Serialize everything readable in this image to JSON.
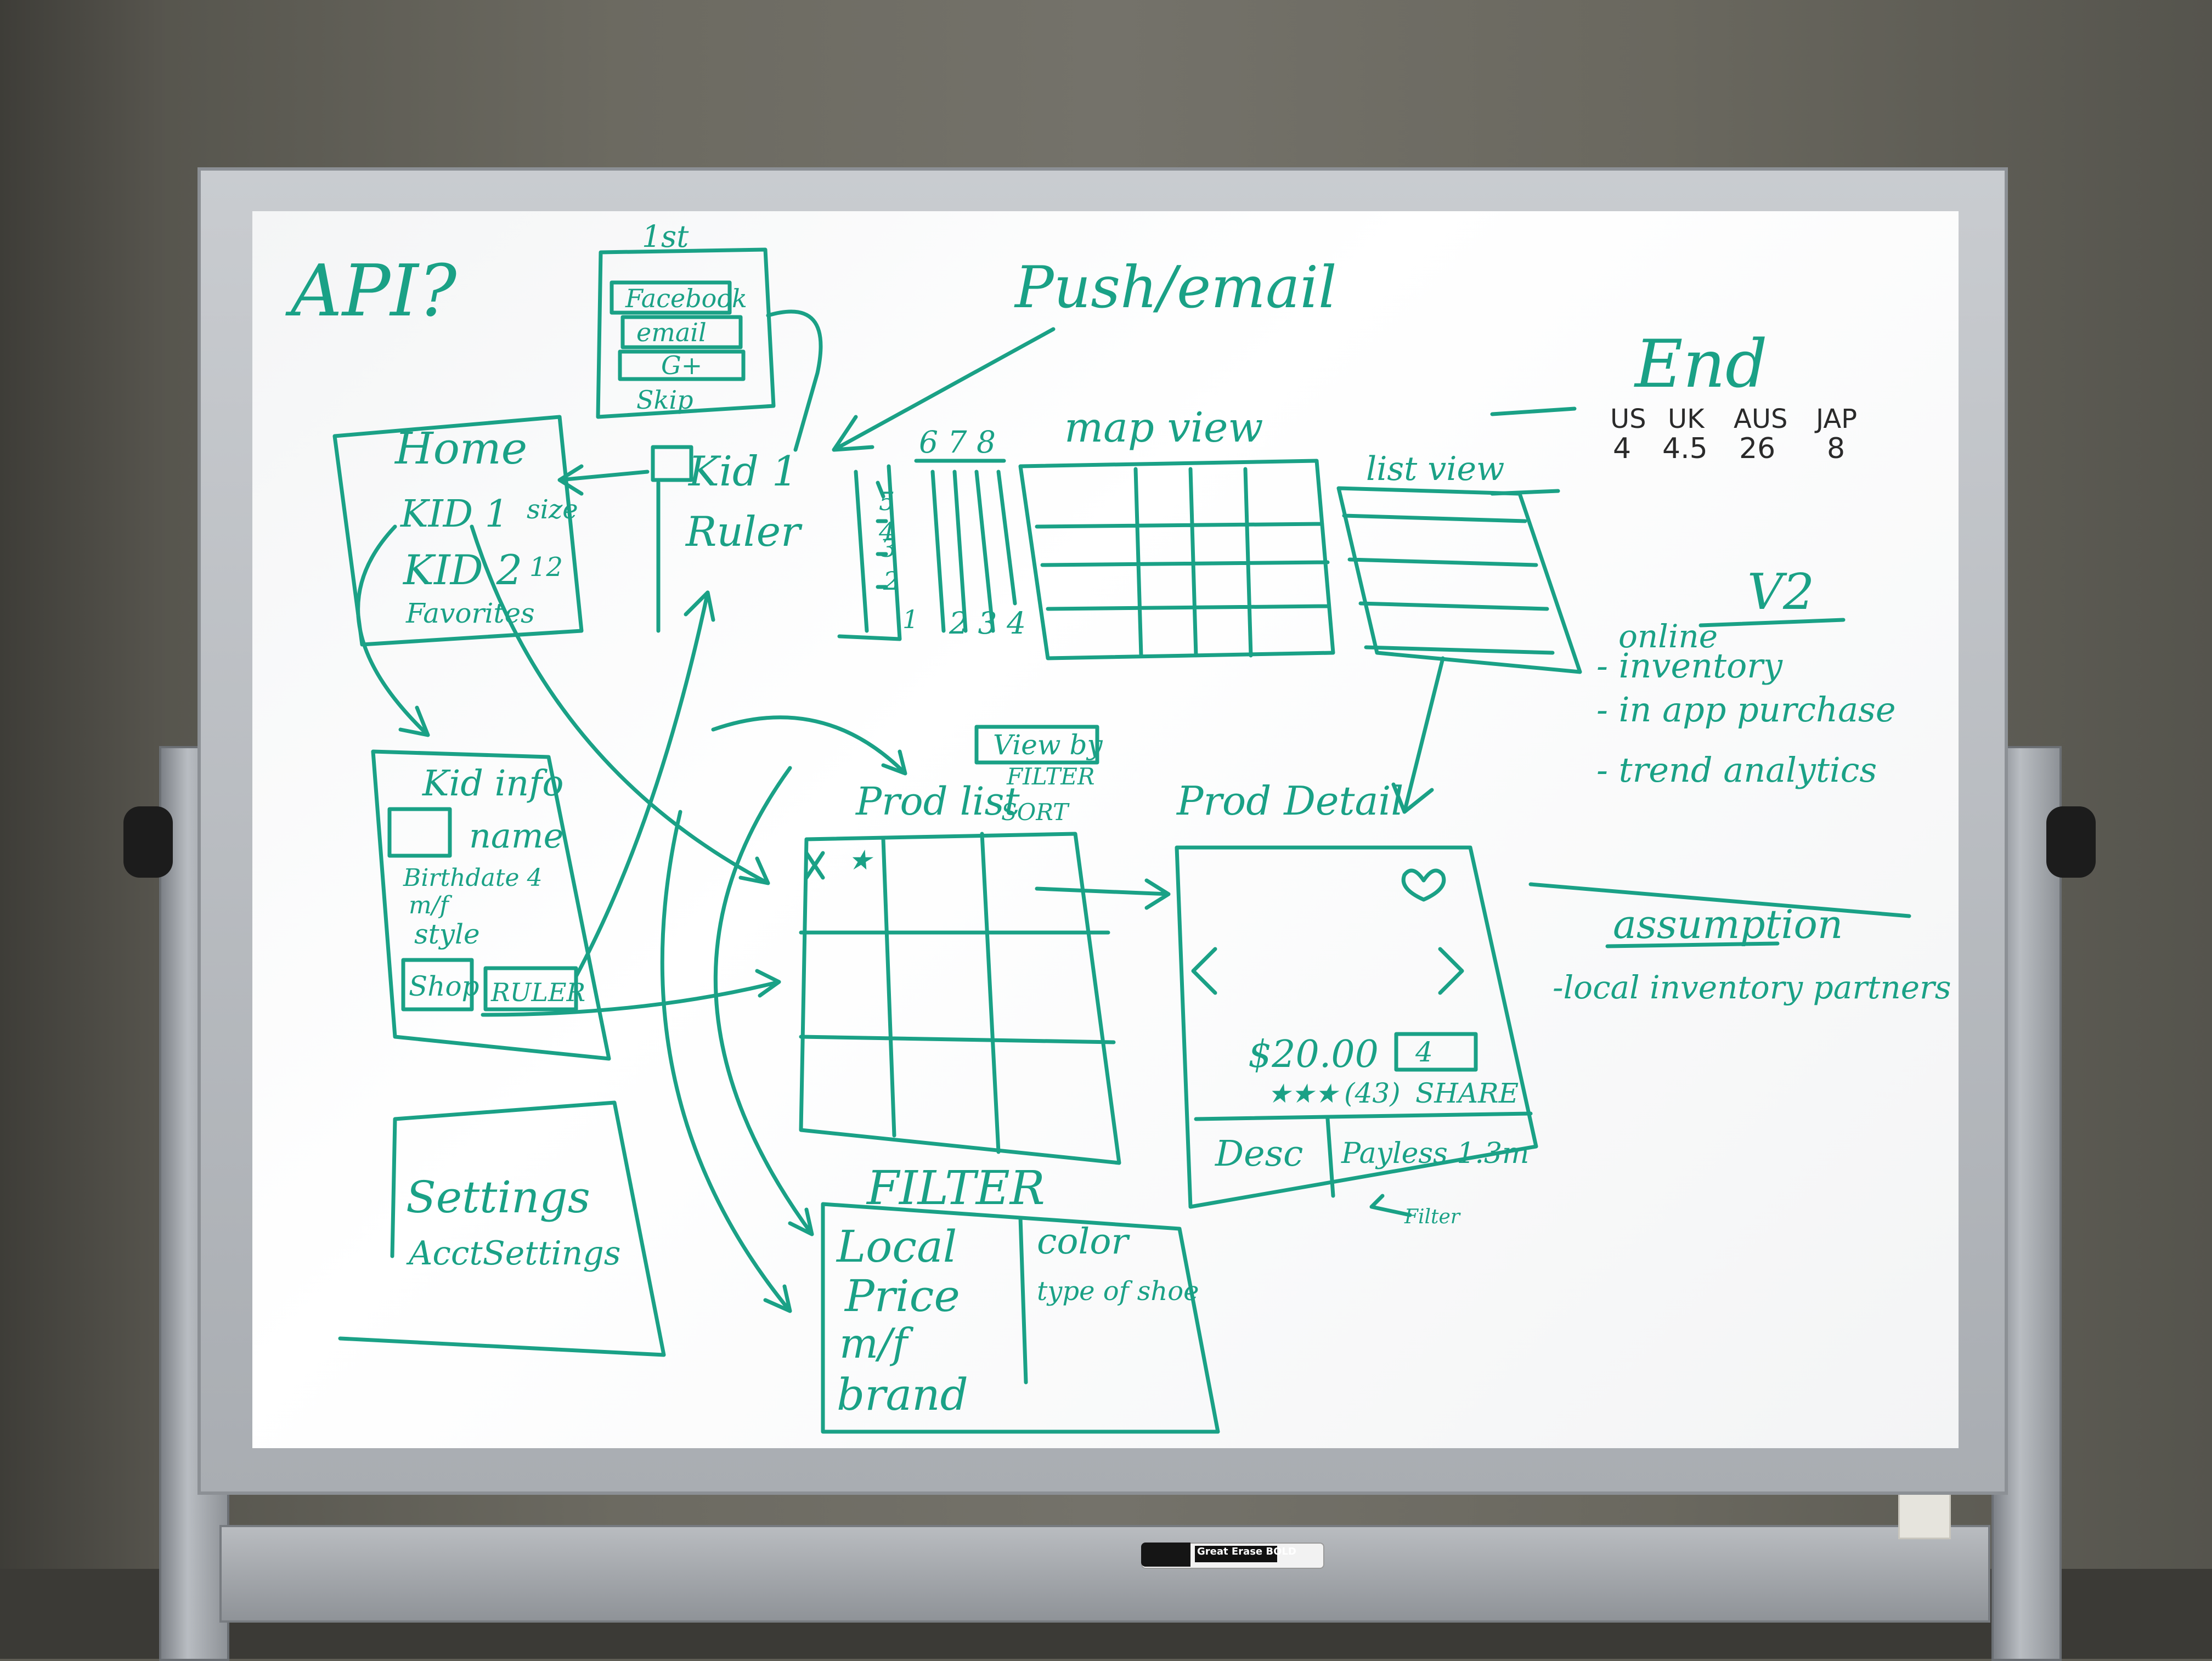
{
  "colors": {
    "ink": "#1aa186",
    "board": "#ffffff",
    "frame": "#b7babf"
  },
  "marker_label": "Great Erase BOLD",
  "notes": {
    "api": "API?",
    "push_email": "Push/email",
    "end": "End",
    "countries": {
      "labels": [
        "US",
        "UK",
        "AUS",
        "JAP"
      ],
      "values": [
        "4",
        "4.5",
        "26",
        "8"
      ]
    },
    "v2": {
      "title": "V2",
      "items": [
        "online",
        "- inventory",
        "- in app purchase",
        "- trend analytics"
      ]
    },
    "assumption": {
      "title": "assumption",
      "item": "-local inventory partners"
    }
  },
  "screens": {
    "login": {
      "top": "1st",
      "buttons": [
        "Facebook",
        "email",
        "G+",
        "Skip"
      ]
    },
    "home": {
      "title": "Home",
      "items": [
        "KID 1",
        "KID 2",
        "Favorites"
      ],
      "sizes": [
        "size",
        "12"
      ]
    },
    "kid_ruler": {
      "title": "Kid 1",
      "subtitle": "Ruler",
      "scale": [
        "5",
        "4",
        "3",
        "2",
        "1"
      ],
      "top_nums": "6 7 8",
      "bottom_nums": "2 3 4"
    },
    "map_view": {
      "title": "map view"
    },
    "list_view": {
      "title": "list view"
    },
    "kid_info": {
      "title": "Kid info",
      "fields": [
        "name",
        "Birthdate 4",
        "m/f",
        "style"
      ],
      "buttons": [
        "Shop",
        "RULER"
      ]
    },
    "prod_list": {
      "title": "Prod list",
      "view_by": "View by",
      "filter": "FILTER",
      "sort": "SORT"
    },
    "prod_detail": {
      "title": "Prod Detail",
      "price": "$20.00",
      "size": "4",
      "reviews": "(43)",
      "share": "SHARE",
      "desc": "Desc",
      "store": "Payless 1.3m",
      "filter_note": "Filter"
    },
    "settings": {
      "title": "Settings",
      "sub": "AcctSettings"
    },
    "filter": {
      "title": "FILTER",
      "left": [
        "Local",
        "Price",
        "m/f",
        "brand"
      ],
      "right": [
        "color",
        "type of shoe"
      ]
    }
  }
}
